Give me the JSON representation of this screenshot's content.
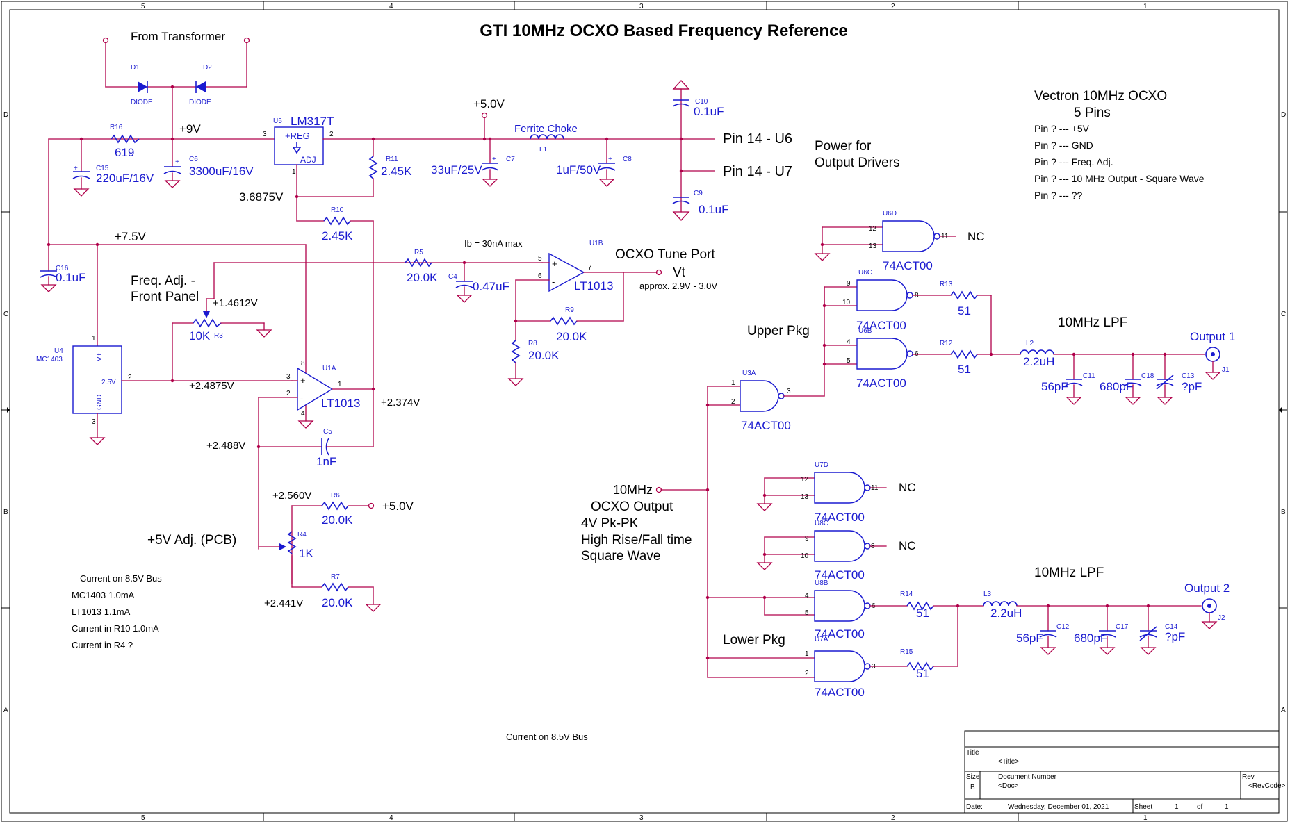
{
  "title": "GTI 10MHz OCXO Based Frequency Reference",
  "labels": {
    "from_transformer": "From Transformer",
    "v9": "+9V",
    "v5_top": "+5.0V",
    "v36875": "3.6875V",
    "v75": "+7.5V",
    "ferrite": "Ferrite Choke",
    "pin14_u6": "Pin 14 - U6",
    "pin14_u7": "Pin 14 - U7",
    "power_drivers_1": "Power for",
    "power_drivers_2": "Output Drivers",
    "ib": "Ib = 30nA max",
    "tune_port": "OCXO Tune Port",
    "vt": "Vt",
    "approx": "approx. 2.9V - 3.0V",
    "freq_adj_1": "Freq. Adj. -",
    "freq_adj_2": "Front Panel",
    "v14612": "+1.4612V",
    "v24875": "+2.4875V",
    "v2374": "+2.374V",
    "v2488": "+2.488V",
    "v2560": "+2.560V",
    "v5_r6": "+5.0V",
    "v2441": "+2.441V",
    "v5adj": "+5V Adj. (PCB)",
    "ocxo_out_1": "10MHz",
    "ocxo_out_2": "OCXO Output",
    "ocxo_out_3": "4V Pk-PK",
    "ocxo_out_4": "High Rise/Fall time",
    "ocxo_out_5": "Square Wave",
    "upper_pkg": "Upper Pkg",
    "lower_pkg": "Lower Pkg",
    "lpf1": "10MHz LPF",
    "lpf2": "10MHz LPF",
    "output1": "Output 1",
    "output2": "Output 2",
    "nc1": "NC",
    "nc2": "NC",
    "nc3": "NC",
    "bus_footer": "Current on 8.5V Bus"
  },
  "vectron": {
    "title": "Vectron 10MHz OCXO",
    "pins_label": "5 Pins",
    "pins": [
      "Pin ?  ---  +5V",
      "Pin ?  ---  GND",
      "Pin ?  ---  Freq. Adj.",
      "Pin ?  ---  10 MHz Output - Square Wave",
      "Pin ?  ---  ??"
    ]
  },
  "current_notes": {
    "heading": "Current on 8.5V Bus",
    "lines": [
      "MC1403   1.0mA",
      "LT1013   1.1mA",
      "Current in R10    1.0mA",
      "Current in R4     ?"
    ]
  },
  "components": {
    "D1": {
      "ref": "D1",
      "val": "DIODE"
    },
    "D2": {
      "ref": "D2",
      "val": "DIODE"
    },
    "R16": {
      "ref": "R16",
      "val": "619"
    },
    "C15": {
      "ref": "C15",
      "val": "220uF/16V"
    },
    "C6": {
      "ref": "C6",
      "val": "3300uF/16V"
    },
    "U5": {
      "ref": "U5",
      "val": "LM317T",
      "p1": "+REG",
      "p2": "ADJ"
    },
    "R11": {
      "ref": "R11",
      "val": "2.45K"
    },
    "C7": {
      "ref": "C7",
      "val": "33uF/25V"
    },
    "L1": {
      "ref": "L1"
    },
    "C8": {
      "ref": "C8",
      "val": "1uF/50V"
    },
    "C10": {
      "ref": "C10",
      "val": "0.1uF"
    },
    "C9": {
      "ref": "C9",
      "val": "0.1uF"
    },
    "R10": {
      "ref": "R10",
      "val": "2.45K"
    },
    "C16": {
      "ref": "C16",
      "val": "0.1uF"
    },
    "R5": {
      "ref": "R5",
      "val": "20.0K"
    },
    "C4": {
      "ref": "C4",
      "val": "0.47uF"
    },
    "U1B": {
      "ref": "U1B",
      "val": "LT1013"
    },
    "R9": {
      "ref": "R9",
      "val": "20.0K"
    },
    "R8": {
      "ref": "R8",
      "val": "20.0K"
    },
    "R3": {
      "ref": "R3",
      "val": "10K"
    },
    "U4": {
      "ref": "U4",
      "val": "MC1403",
      "vplus": "V+",
      "out": "2.5V",
      "gnd": "GND"
    },
    "U1A": {
      "ref": "U1A",
      "val": "LT1013"
    },
    "C5": {
      "ref": "C5",
      "val": "1nF"
    },
    "R6": {
      "ref": "R6",
      "val": "20.0K"
    },
    "R4": {
      "ref": "R4",
      "val": "1K"
    },
    "R7": {
      "ref": "R7",
      "val": "20.0K"
    },
    "U6D": {
      "ref": "U6D",
      "val": "74ACT00"
    },
    "U6C": {
      "ref": "U6C",
      "val": "74ACT00"
    },
    "U6B": {
      "ref": "U6B",
      "val": "74ACT00"
    },
    "U3A": {
      "ref": "U3A",
      "val": "74ACT00"
    },
    "R13": {
      "ref": "R13",
      "val": "51"
    },
    "R12": {
      "ref": "R12",
      "val": "51"
    },
    "L2": {
      "ref": "L2",
      "val": "2.2uH"
    },
    "C11": {
      "ref": "C11",
      "val": "56pF"
    },
    "C18": {
      "ref": "C18",
      "val": "680pF"
    },
    "C13": {
      "ref": "C13",
      "val": "?pF"
    },
    "J1": {
      "ref": "J1"
    },
    "U7D": {
      "ref": "U7D",
      "val": "74ACT00"
    },
    "U8C": {
      "ref": "U8C",
      "val": "74ACT00"
    },
    "U8B": {
      "ref": "U8B",
      "val": "74ACT00"
    },
    "U7A": {
      "ref": "U7A",
      "val": "74ACT00"
    },
    "R14": {
      "ref": "R14",
      "val": "51"
    },
    "R15": {
      "ref": "R15",
      "val": "51"
    },
    "L3": {
      "ref": "L3",
      "val": "2.2uH"
    },
    "C12": {
      "ref": "C12",
      "val": "56pF"
    },
    "C17": {
      "ref": "C17",
      "val": "680pF"
    },
    "C14": {
      "ref": "C14",
      "val": "?pF"
    },
    "J2": {
      "ref": "J2"
    }
  },
  "title_block": {
    "title_label": "Title",
    "title_value": "<Title>",
    "size_label": "Size",
    "size_value": "B",
    "docnum_label": "Document Number",
    "docnum_value": "<Doc>",
    "rev_label": "Rev",
    "rev_value": "<RevCode>",
    "date_label": "Date:",
    "date_value": "Wednesday, December 01, 2021",
    "sheet_label": "Sheet",
    "sheet_num": "1",
    "of_label": "of",
    "sheet_total": "1"
  },
  "border": {
    "cols": [
      "5",
      "4",
      "3",
      "2",
      "1"
    ],
    "rows": [
      "D",
      "C",
      "B",
      "A"
    ]
  }
}
